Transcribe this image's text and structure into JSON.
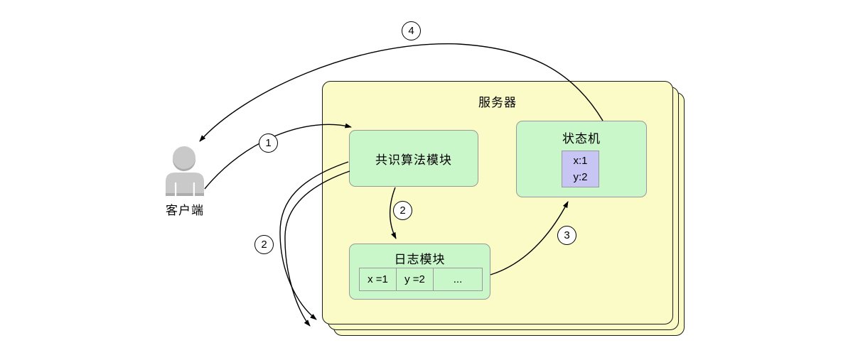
{
  "diagram": {
    "client": {
      "label": "客户端"
    },
    "server": {
      "title": "服务器",
      "modules": {
        "consensus": {
          "title": "共识算法模块"
        },
        "log": {
          "title": "日志模块",
          "entries": [
            "x =1",
            "y =2",
            "..."
          ]
        },
        "state_machine": {
          "title": "状态机",
          "state": [
            "x:1",
            "y:2"
          ]
        }
      }
    },
    "step_badges": [
      "1",
      "2",
      "2",
      "3",
      "4"
    ],
    "colors": {
      "server_fill": "#FBFBC8",
      "module_fill": "#C9F7CA",
      "state_fill": "#C7C5F3",
      "border_gray": "#999999",
      "client_gray": "#C9C9C9",
      "client_gray_dark": "#ACACAC"
    }
  }
}
